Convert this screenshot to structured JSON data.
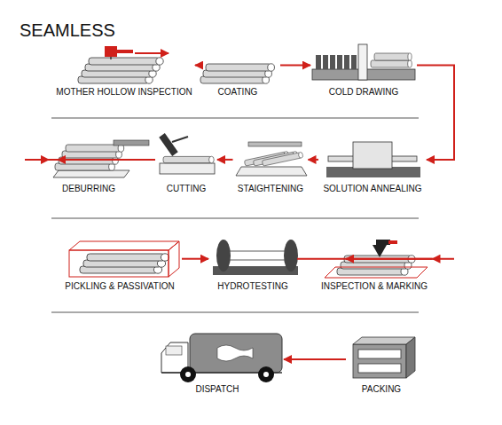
{
  "diagram": {
    "title": "SEAMLESS",
    "nodes": [
      {
        "text": [
          "MOTHER HOLLOW INSPECTION"
        ]
      },
      {
        "text": [
          "COATING"
        ]
      },
      {
        "text": [
          "COLD DRAWING"
        ]
      },
      {
        "text": [
          "SOLUTION ANNEALING"
        ]
      },
      {
        "text": [
          "STAIGHTENING"
        ]
      },
      {
        "text": [
          "CUTTING"
        ]
      },
      {
        "text": [
          "DEBURRING"
        ]
      },
      {
        "text": [
          "PICKLING & PASSIVATION"
        ]
      },
      {
        "text": [
          "HYDROTESTING"
        ]
      },
      {
        "text": [
          "INSPECTION & MARKING"
        ]
      },
      {
        "text": [
          "PACKING"
        ]
      },
      {
        "text": [
          "DISPATCH"
        ]
      }
    ],
    "edges": [
      {
        "from": 0,
        "to": 1,
        "arrow": "to"
      },
      {
        "from": 1,
        "to": 2,
        "arrow": "to"
      },
      {
        "from": 2,
        "to": 3,
        "arrow": "to"
      },
      {
        "from": 3,
        "to": 4,
        "arrow": "to"
      },
      {
        "from": 4,
        "to": 5,
        "arrow": "to"
      },
      {
        "from": 5,
        "to": 6,
        "arrow": "to"
      },
      {
        "from": 6,
        "to": 7,
        "arrow": "to"
      },
      {
        "from": 7,
        "to": 8,
        "arrow": "to"
      },
      {
        "from": 8,
        "to": 9,
        "arrow": "to"
      },
      {
        "from": 9,
        "to": 10,
        "arrow": "to"
      },
      {
        "from": 10,
        "to": 11,
        "arrow": "to"
      }
    ]
  }
}
